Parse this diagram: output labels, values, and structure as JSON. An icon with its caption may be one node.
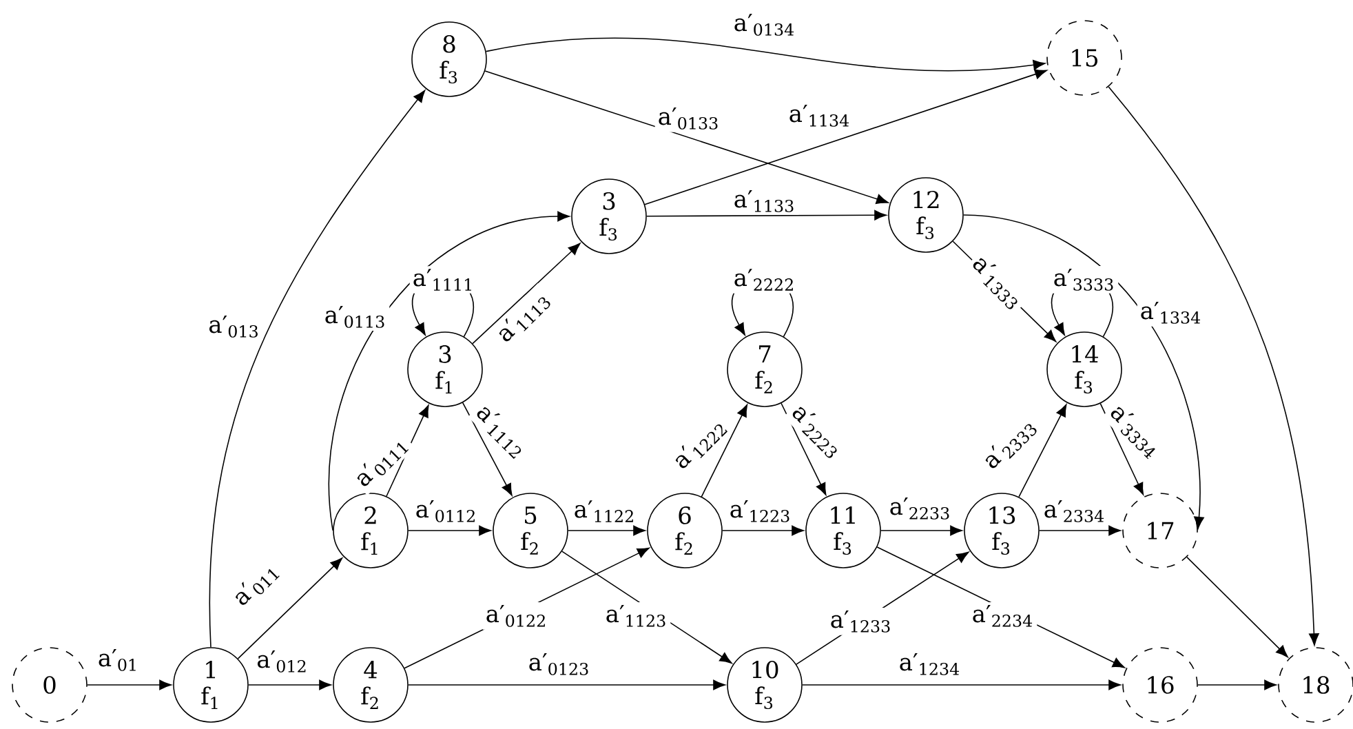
{
  "diagram": {
    "nodes": [
      {
        "text": [
          "0"
        ]
      },
      {
        "text": [
          "1",
          "f$_{1}$"
        ]
      },
      {
        "text": [
          "2",
          "f$_{1}$"
        ]
      },
      {
        "text": [
          "3",
          "f$_{1}$"
        ]
      },
      {
        "text": [
          "4",
          "f$_{2}$"
        ]
      },
      {
        "text": [
          "5",
          "f$_{2}$"
        ]
      },
      {
        "text": [
          "6",
          "f$_{2}$"
        ]
      },
      {
        "text": [
          "7",
          "f$_{2}$"
        ]
      },
      {
        "text": [
          "8",
          "f$_{3}$"
        ]
      },
      {
        "text": [
          "3",
          "f$_{3}$"
        ]
      },
      {
        "text": [
          "10",
          "f$_{3}$"
        ]
      },
      {
        "text": [
          "11",
          "f$_{3}$"
        ]
      },
      {
        "text": [
          "12",
          "f$_{3}$"
        ]
      },
      {
        "text": [
          "13",
          "f$_{3}$"
        ]
      },
      {
        "text": [
          "14",
          "f$_{3}$"
        ]
      },
      {
        "text": [
          "15"
        ]
      },
      {
        "text": [
          "16"
        ]
      },
      {
        "text": [
          "17"
        ]
      },
      {
        "text": [
          "18"
        ]
      }
    ],
    "edges": [
      {
        "from": 0,
        "to": 1,
        "arrow": "to",
        "label": "a′$_{01}$"
      },
      {
        "from": 1,
        "to": 4,
        "arrow": "to",
        "label": "a′$_{012}$"
      },
      {
        "from": 1,
        "to": 2,
        "arrow": "to",
        "label": "a′$_{011}$"
      },
      {
        "from": 1,
        "to": 8,
        "arrow": "to",
        "label": "a′$_{013}$"
      },
      {
        "from": 2,
        "to": 3,
        "arrow": "to",
        "label": "a′$_{0111}$"
      },
      {
        "from": 2,
        "to": 5,
        "arrow": "to",
        "label": "a′$_{0112}$"
      },
      {
        "from": 2,
        "to": 9,
        "arrow": "to",
        "label": "a′$_{0113}$"
      },
      {
        "from": 3,
        "to": 3,
        "arrow": "to",
        "label": "a′$_{1111}$"
      },
      {
        "from": 3,
        "to": 9,
        "arrow": "to",
        "label": "a′$_{1113}$"
      },
      {
        "from": 3,
        "to": 5,
        "arrow": "to",
        "label": "a′$_{1112}$"
      },
      {
        "from": 4,
        "to": 6,
        "arrow": "to",
        "label": "a′$_{0122}$"
      },
      {
        "from": 4,
        "to": 10,
        "arrow": "to",
        "label": "a′$_{0123}$"
      },
      {
        "from": 5,
        "to": 6,
        "arrow": "to",
        "label": "a′$_{1122}$"
      },
      {
        "from": 5,
        "to": 10,
        "arrow": "to",
        "label": "a′$_{1123}$"
      },
      {
        "from": 6,
        "to": 7,
        "arrow": "to",
        "label": "a′$_{1222}$"
      },
      {
        "from": 6,
        "to": 11,
        "arrow": "to",
        "label": "a′$_{1223}$"
      },
      {
        "from": 7,
        "to": 7,
        "arrow": "to",
        "label": "a′$_{2222}$"
      },
      {
        "from": 7,
        "to": 11,
        "arrow": "to",
        "label": "a′$_{2223}$"
      },
      {
        "from": 8,
        "to": 15,
        "arrow": "to",
        "label": "a′$_{0134}$"
      },
      {
        "from": 8,
        "to": 12,
        "arrow": "to",
        "label": "a′$_{0133}$"
      },
      {
        "from": 9,
        "to": 12,
        "arrow": "to",
        "label": "a′$_{1133}$"
      },
      {
        "from": 9,
        "to": 15,
        "arrow": "to",
        "label": "a′$_{1134}$"
      },
      {
        "from": 10,
        "to": 13,
        "arrow": "to",
        "label": "a′$_{1233}$"
      },
      {
        "from": 10,
        "to": 16,
        "arrow": "to",
        "label": "a′$_{1234}$"
      },
      {
        "from": 11,
        "to": 13,
        "arrow": "to",
        "label": "a′$_{2233}$"
      },
      {
        "from": 11,
        "to": 16,
        "arrow": "to",
        "label": "a′$_{2234}$"
      },
      {
        "from": 12,
        "to": 14,
        "arrow": "to",
        "label": "a′$_{1333}$"
      },
      {
        "from": 12,
        "to": 17,
        "arrow": "to",
        "label": "a′$_{1334}$"
      },
      {
        "from": 13,
        "to": 14,
        "arrow": "to",
        "label": "a′$_{2333}$"
      },
      {
        "from": 13,
        "to": 17,
        "arrow": "to",
        "label": "a′$_{2334}$"
      },
      {
        "from": 14,
        "to": 14,
        "arrow": "to",
        "label": "a′$_{3333}$"
      },
      {
        "from": 14,
        "to": 17,
        "arrow": "to",
        "label": "a′$_{3334}$"
      },
      {
        "from": 15,
        "to": 18,
        "arrow": "to"
      },
      {
        "from": 16,
        "to": 18,
        "arrow": "to"
      },
      {
        "from": 17,
        "to": 18,
        "arrow": "to"
      }
    ]
  }
}
